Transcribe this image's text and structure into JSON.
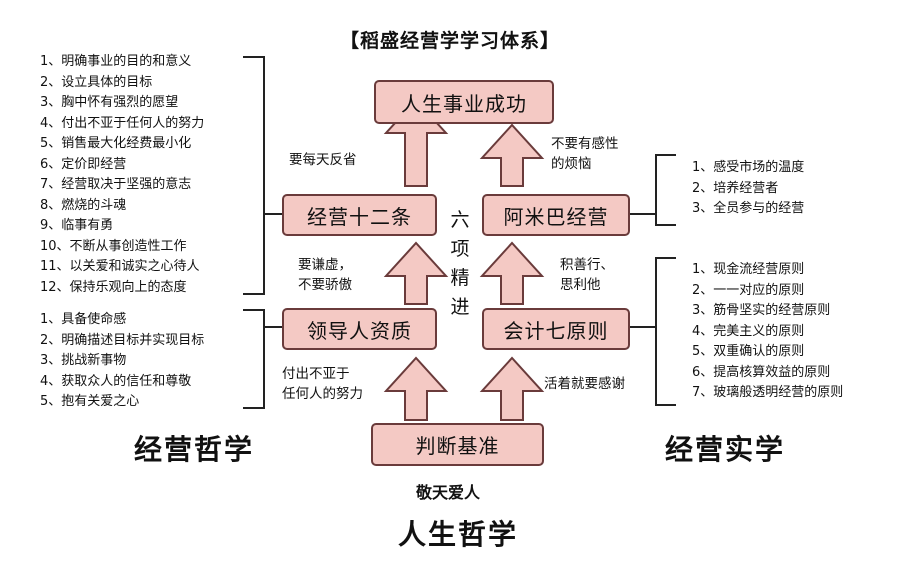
{
  "title": "【稻盛经营学学习体系】",
  "boxes": {
    "success": "人生事业成功",
    "twelve": "经营十二条",
    "amoeba": "阿米巴经营",
    "leader": "领导人资质",
    "accounting": "会计七原则",
    "judgment": "判断基准"
  },
  "vertical_label": [
    "六",
    "项",
    "精",
    "进"
  ],
  "notes": {
    "reflect": "要每天反省",
    "no_emotion": [
      "不要有感性",
      "的烦恼"
    ],
    "humble": [
      "要谦虚，",
      "不要骄傲"
    ],
    "good_deeds": [
      "积善行、",
      "思利他"
    ],
    "effort": [
      "付出不亚于",
      "任何人的努力"
    ],
    "gratitude": "活着就要感谢"
  },
  "twelve_items": [
    "1、明确事业的目的和意义",
    "2、设立具体的目标",
    "3、胸中怀有强烈的愿望",
    "4、付出不亚于任何人的努力",
    "5、销售最大化经费最小化",
    "6、定价即经营",
    "7、经营取决于坚强的意志",
    "8、燃烧的斗魂",
    "9、临事有勇",
    "10、不断从事创造性工作",
    "11、以关爱和诚实之心待人",
    "12、保持乐观向上的态度"
  ],
  "leader_items": [
    "1、具备使命感",
    "2、明确描述目标并实现目标",
    "3、挑战新事物",
    "4、获取众人的信任和尊敬",
    "5、抱有关爱之心"
  ],
  "amoeba_items": [
    "1、感受市场的温度",
    "2、培养经营者",
    "3、全员参与的经营"
  ],
  "accounting_items": [
    "1、现金流经营原则",
    "2、一一对应的原则",
    "3、筋骨坚实的经营原则",
    "4、完美主义的原则",
    "5、双重确认的原则",
    "6、提高核算效益的原则",
    "7、玻璃般透明经营的原则"
  ],
  "labels": {
    "philosophy": "经营哲学",
    "practice": "经营实学",
    "respect": "敬天爱人",
    "life": "人生哲学"
  },
  "colors": {
    "box_fill": "#f4c9c4",
    "box_border": "#6a3b3b",
    "arrow_fill": "#f4c9c4"
  }
}
